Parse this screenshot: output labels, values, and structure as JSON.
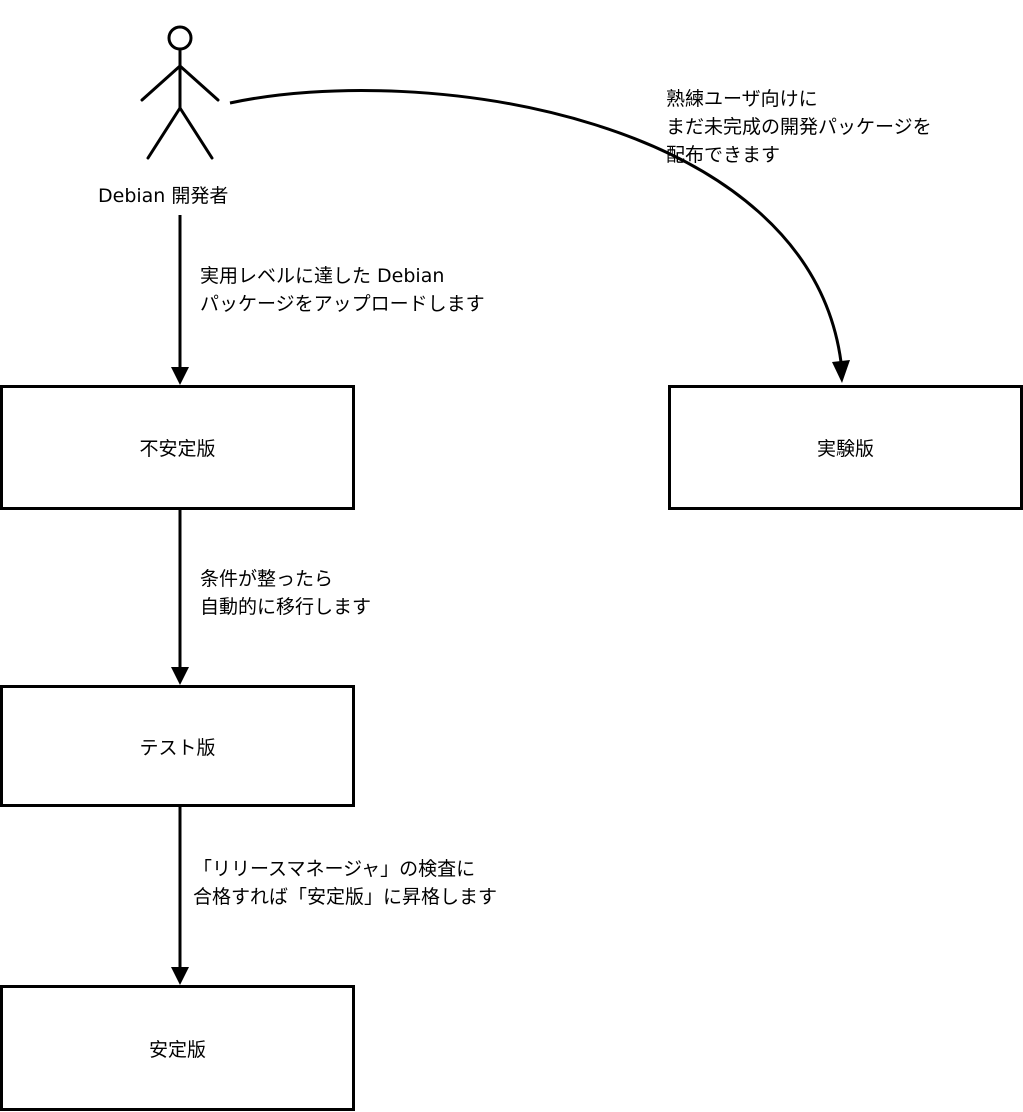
{
  "actor": {
    "label": "Debian 開発者"
  },
  "boxes": {
    "unstable": {
      "label": "不安定版"
    },
    "experimental": {
      "label": "実験版"
    },
    "testing": {
      "label": "テスト版"
    },
    "stable": {
      "label": "安定版"
    }
  },
  "edges": {
    "upload": {
      "lines": [
        "実用レベルに達した Debian",
        "パッケージをアップロードします"
      ]
    },
    "to_experimental": {
      "lines": [
        "熟練ユーザ向けに",
        "まだ未完成の開発パッケージを",
        "配布できます"
      ]
    },
    "to_testing": {
      "lines": [
        "条件が整ったら",
        "自動的に移行します"
      ]
    },
    "to_stable": {
      "lines": [
        "「リリースマネージャ」の検査に",
        "合格すれば「安定版」に昇格します"
      ]
    }
  },
  "colors": {
    "line": "#000000",
    "background": "#ffffff"
  }
}
